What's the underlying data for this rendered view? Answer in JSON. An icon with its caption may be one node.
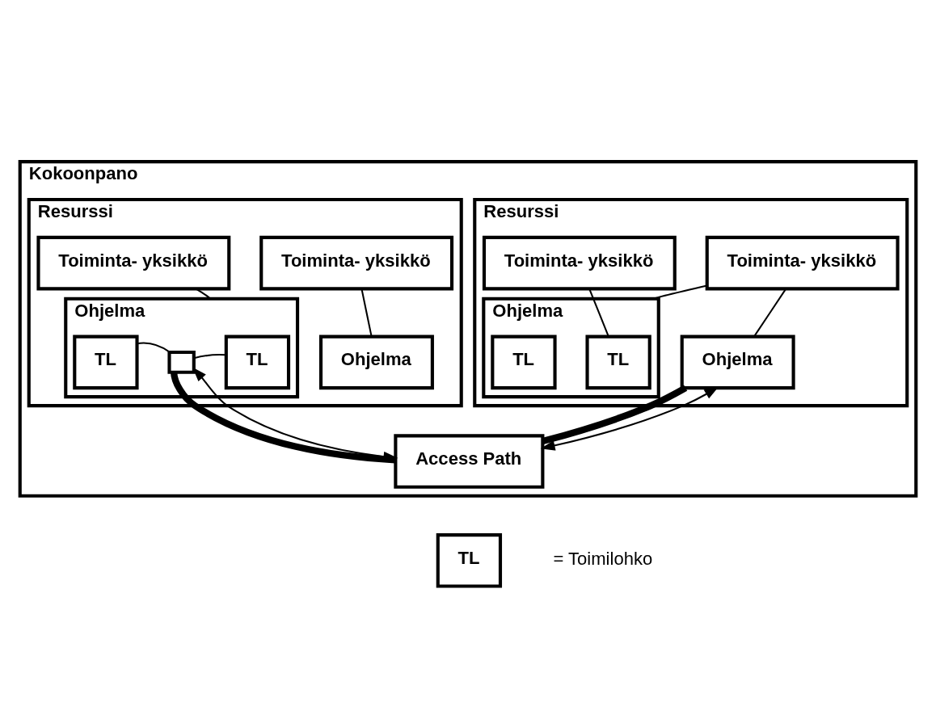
{
  "diagram": {
    "nodes": [
      {
        "text": [
          "Kokoonpano"
        ]
      },
      {
        "text": [
          "Resurssi"
        ],
        "in": 0
      },
      {
        "text": [
          "Toiminta- yksikkö"
        ],
        "in": 1
      },
      {
        "text": [
          "Toiminta- yksikkö"
        ],
        "in": 1
      },
      {
        "text": [
          "Ohjelma"
        ],
        "in": 1
      },
      {
        "text": [
          "Ohjelma"
        ],
        "in": 1
      },
      {
        "text": [
          "TL"
        ],
        "in": 5
      },
      {
        "text": [
          "TL"
        ],
        "in": 5
      },
      {
        "text": [
          "Resurssi"
        ],
        "in": 0
      },
      {
        "text": [
          "Toiminta- yksikkö"
        ],
        "in": 8
      },
      {
        "text": [
          "Toiminta- yksikkö"
        ],
        "in": 8
      },
      {
        "text": [
          "Ohjelma"
        ],
        "in": 8
      },
      {
        "text": [
          "Ohjelma"
        ],
        "in": 8
      },
      {
        "text": [
          "TL"
        ],
        "in": 12
      },
      {
        "text": [],
        "shape": "box",
        "in": 12
      },
      {
        "text": [
          "TL"
        ],
        "in": 12
      },
      {
        "text": [
          "Access Path"
        ],
        "in": 0
      },
      {
        "text": [
          "TL"
        ],
        "beside": [
          "= Toimilohko"
        ]
      }
    ],
    "edges": [
      {
        "from": 2,
        "to": 4,
        "arrow": "none"
      },
      {
        "from": 2,
        "to": 5,
        "arrow": "none"
      },
      {
        "from": 3,
        "to": 7,
        "arrow": "none"
      },
      {
        "from": 9,
        "to": 11,
        "arrow": "none"
      },
      {
        "from": 10,
        "to": 12,
        "arrow": "none"
      },
      {
        "from": 13,
        "to": 14,
        "arrow": "none"
      },
      {
        "from": 14,
        "to": 15,
        "arrow": "none"
      },
      {
        "from": 4,
        "to": 16,
        "arrow": "none",
        "style": "thick"
      },
      {
        "from": 14,
        "to": 16,
        "arrow": "none",
        "style": "thick"
      },
      {
        "from": 4,
        "to": 16,
        "arrow": "both"
      },
      {
        "from": 14,
        "to": 16,
        "arrow": "both"
      }
    ]
  }
}
